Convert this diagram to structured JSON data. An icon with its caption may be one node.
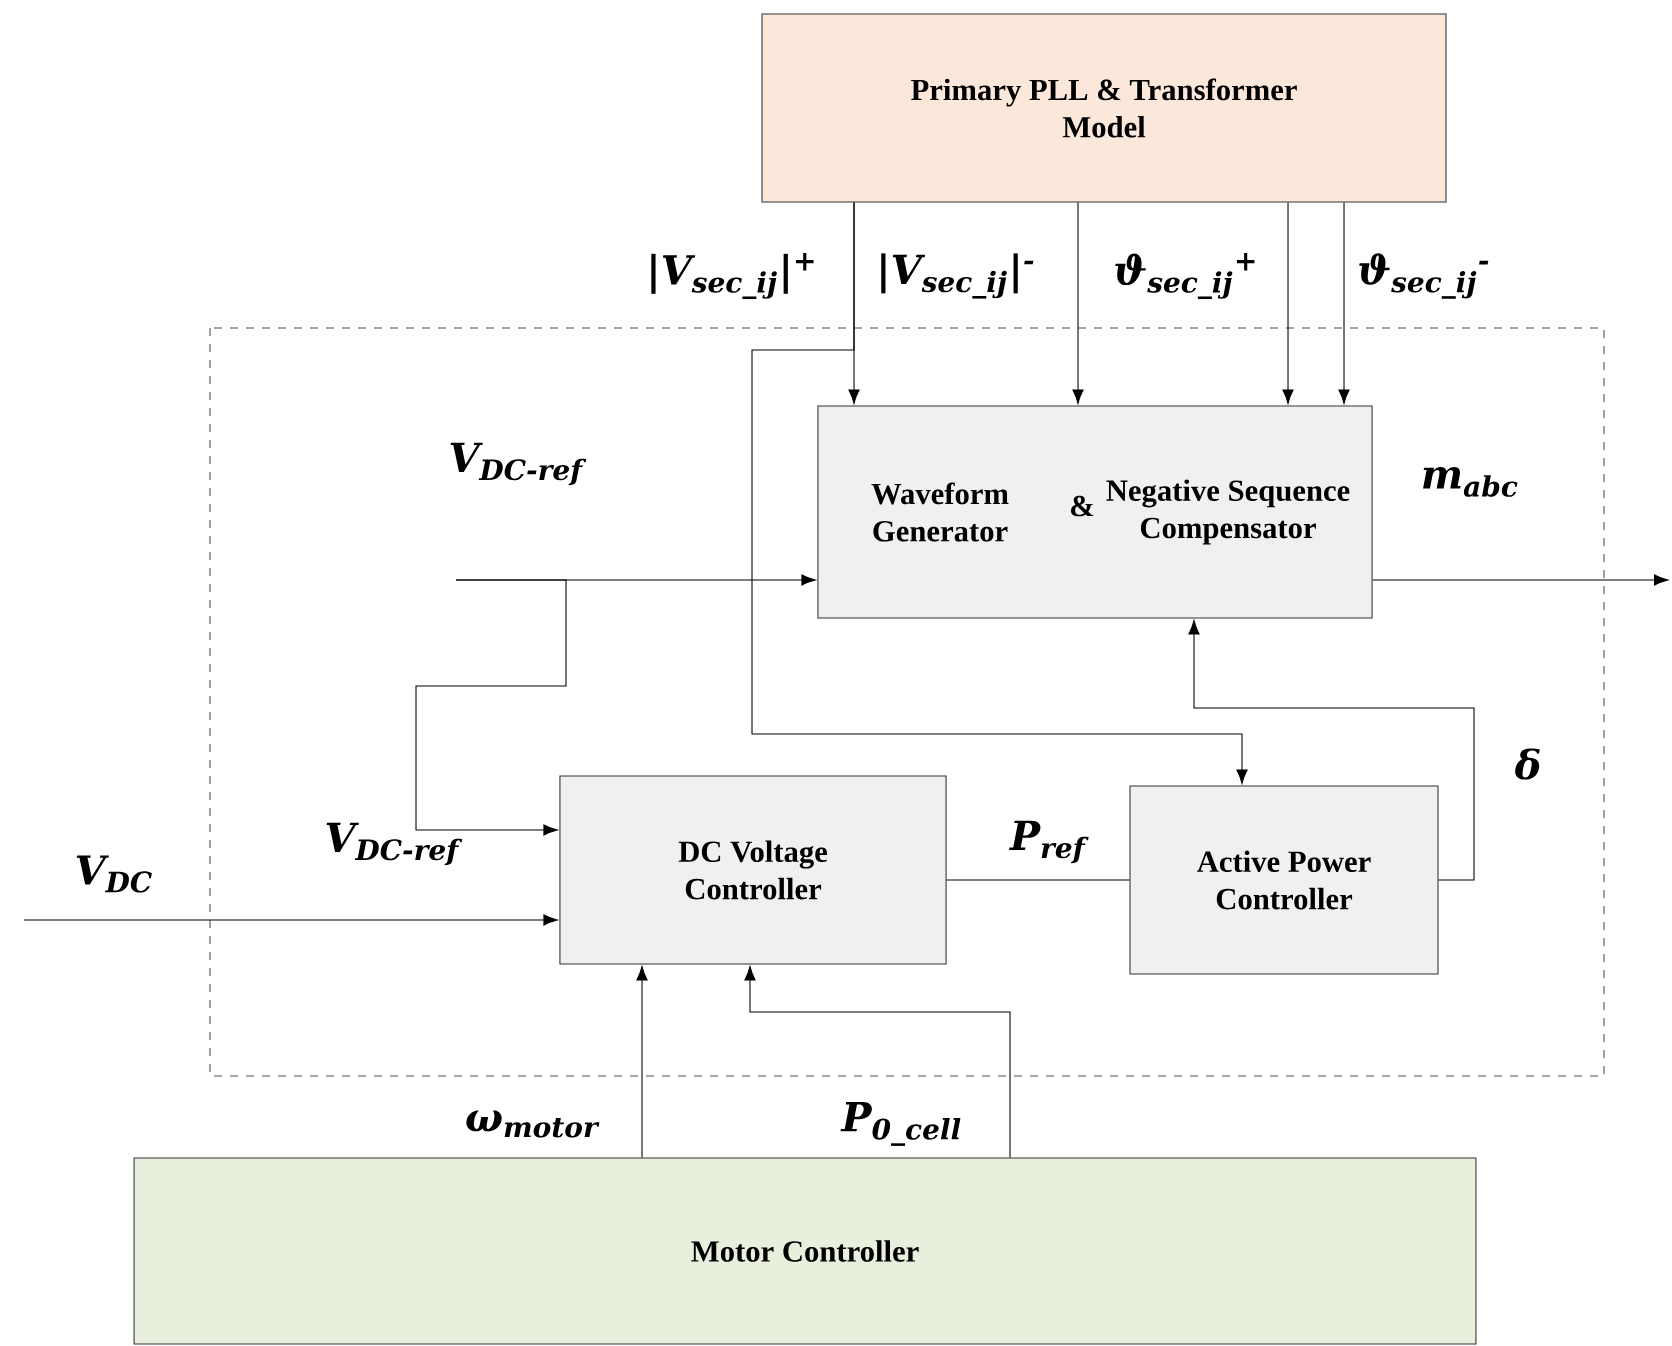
{
  "diagram": {
    "nodes": [
      {
        "text": [
          "Primary PLL & Transformer Model"
        ]
      },
      {
        "text": [
          "Waveform Generator",
          "&",
          "Negative Sequence Compensator"
        ]
      },
      {
        "text": [
          "DC Voltage Controller"
        ]
      },
      {
        "text": [
          "Active Power Controller"
        ]
      },
      {
        "text": [
          "Motor Controller"
        ]
      }
    ],
    "edges": [
      {
        "from": 0,
        "to": 1,
        "arrow": "to",
        "label": "|V$_{sec_ij}$|$^{+}$"
      },
      {
        "from": 0,
        "to": 1,
        "arrow": "to",
        "label": "|V$_{sec_ij}$|$^{-}$"
      },
      {
        "from": 0,
        "to": 1,
        "arrow": "to",
        "label": "ϑ$_{sec_ij}$$^{+}$"
      },
      {
        "from": 0,
        "to": 1,
        "arrow": "to",
        "label": "ϑ$_{sec_ij}$$^{-}$"
      },
      {
        "from": 0,
        "to": 3,
        "arrow": "to"
      },
      {
        "from": null,
        "to": 1,
        "arrow": "to",
        "label": "V$_{DC-ref}$"
      },
      {
        "from": null,
        "to": 2,
        "arrow": "to",
        "label": "V$_{DC-ref}$"
      },
      {
        "from": 1,
        "to": null,
        "arrow": "to",
        "label": "m$_{abc}$"
      },
      {
        "from": null,
        "to": 2,
        "arrow": "to",
        "label": "V$_{DC}$"
      },
      {
        "from": 2,
        "to": 3,
        "arrow": "none",
        "label": "P$_{ref}$"
      },
      {
        "from": 3,
        "to": 1,
        "arrow": "to",
        "label": "δ"
      },
      {
        "from": 4,
        "to": 2,
        "arrow": "to",
        "label": "ω$_{motor}$"
      },
      {
        "from": 4,
        "to": 2,
        "arrow": "to",
        "label": "P$_{0_cell}$"
      }
    ]
  }
}
